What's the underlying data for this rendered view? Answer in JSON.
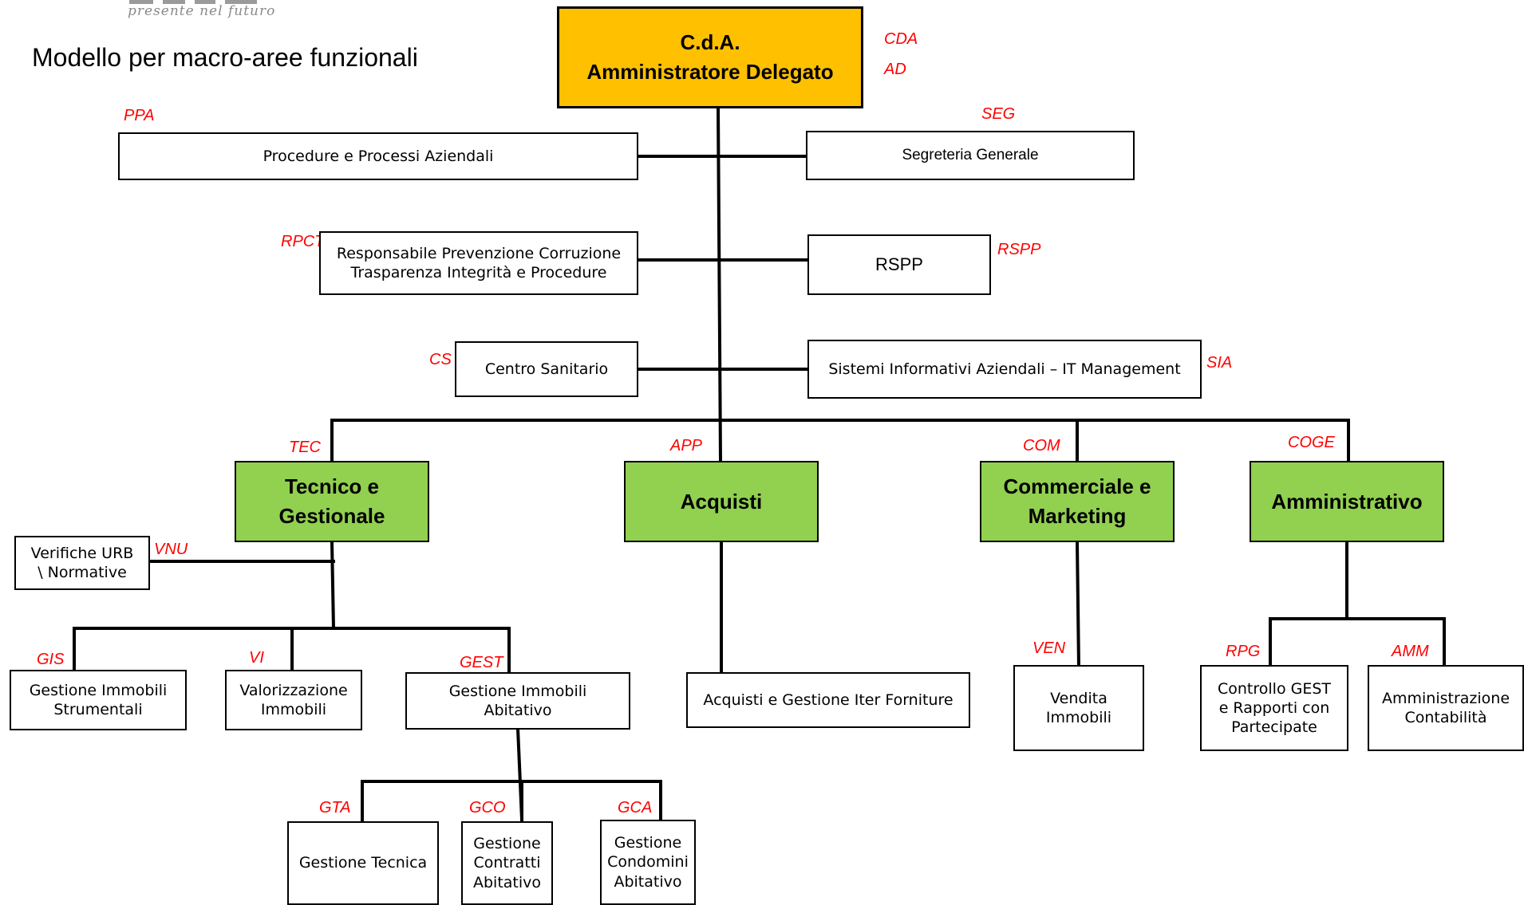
{
  "header": {
    "logo_tagline": "presente nel futuro",
    "title": "Modello per macro-aree funzionali"
  },
  "colors": {
    "top_box": "#FFC000",
    "area_box": "#92D050",
    "code_text": "#FF0000",
    "lines": "#000000"
  },
  "nodes": {
    "cda": {
      "label": "C.d.A.\nAmministratore Delegato",
      "code1": "CDA",
      "code2": "AD"
    },
    "ppa": {
      "label": "Procedure e Processi Aziendali",
      "code": "PPA"
    },
    "seg": {
      "label": "Segreteria Generale",
      "code": "SEG"
    },
    "rpct": {
      "label": "Responsabile Prevenzione Corruzione\nTrasparenza Integrità e Procedure",
      "code": "RPCT"
    },
    "rspp": {
      "label": "RSPP",
      "code": "RSPP"
    },
    "cs": {
      "label": "Centro Sanitario",
      "code": "CS"
    },
    "sia": {
      "label": "Sistemi Informativi Aziendali – IT Management",
      "code": "SIA"
    },
    "tec": {
      "label": "Tecnico e\nGestionale",
      "code": "TEC"
    },
    "app": {
      "label": "Acquisti",
      "code": "APP"
    },
    "com": {
      "label": "Commerciale e\nMarketing",
      "code": "COM"
    },
    "coge": {
      "label": "Amministrativo",
      "code": "COGE"
    },
    "vnu": {
      "label": "Verifiche URB\n\\ Normative",
      "code": "VNU"
    },
    "gis": {
      "label": "Gestione Immobili\nStrumentali",
      "code": "GIS"
    },
    "vi": {
      "label": "Valorizzazione\nImmobili",
      "code": "VI"
    },
    "gest": {
      "label": "Gestione Immobili\nAbitativo",
      "code": "GEST"
    },
    "acq": {
      "label": "Acquisti  e Gestione Iter Forniture"
    },
    "ven": {
      "label": "Vendita\nImmobili",
      "code": "VEN"
    },
    "rpg": {
      "label": "Controllo GEST\ne Rapporti con\nPartecipate",
      "code": "RPG"
    },
    "amm": {
      "label": "Amministrazione\nContabilità",
      "code": "AMM"
    },
    "gta": {
      "label": "Gestione Tecnica",
      "code": "GTA"
    },
    "gco": {
      "label": "Gestione\nContratti\nAbitativo",
      "code": "GCO"
    },
    "gca": {
      "label": "Gestione\nCondomini\nAbitativo",
      "code": "GCA"
    }
  }
}
